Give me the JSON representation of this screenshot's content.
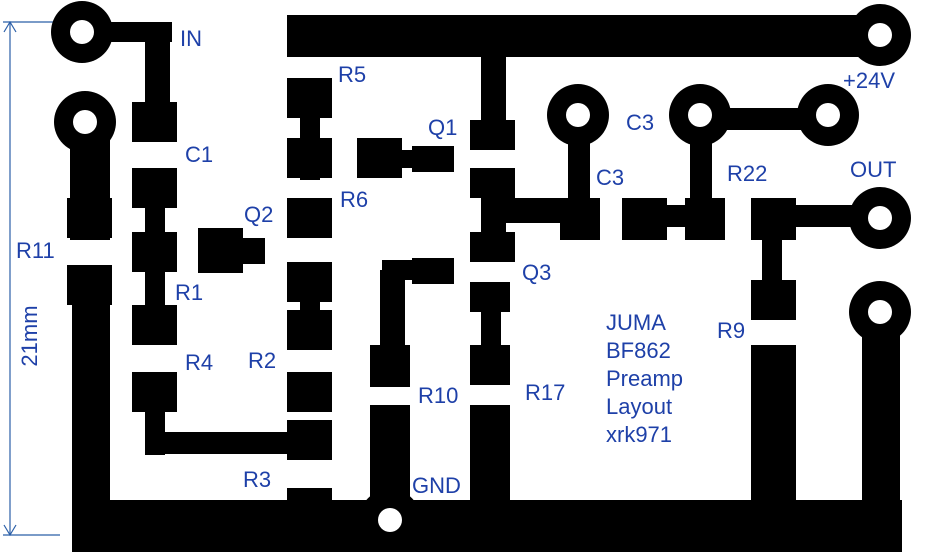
{
  "labels": {
    "in": "IN",
    "plus24v": "+24V",
    "out": "OUT",
    "gnd": "GND",
    "dimension": "21mm",
    "components": {
      "c1": "C1",
      "c3_top": "C3",
      "c3_mid": "C3",
      "q1": "Q1",
      "q2": "Q2",
      "q3": "Q3",
      "r1": "R1",
      "r2": "R2",
      "r3": "R3",
      "r4": "R4",
      "r5": "R5",
      "r6": "R6",
      "r9": "R9",
      "r10": "R10",
      "r11": "R11",
      "r17": "R17",
      "r22": "R22"
    },
    "note": [
      "JUMA",
      "BF862",
      "Preamp",
      "Layout",
      "xrk971"
    ]
  },
  "colors": {
    "copper": "#000000",
    "label": "#1e40a8",
    "dimension_line": "#2b5fa8"
  }
}
